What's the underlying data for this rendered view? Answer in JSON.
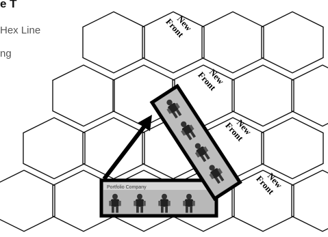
{
  "caption": {
    "title_fragment": "e T",
    "line1": "Hex Line",
    "line2": "ng"
  },
  "hex_grid": {
    "front_label": [
      "New",
      "Front"
    ]
  },
  "units": {
    "counter_strip_header": "Portfolio Company",
    "stack_counts": {
      "horizontal": 4,
      "diagonal": 4
    }
  },
  "colors": {
    "hex_line": "#111111",
    "counter_strip": "#9a9a9a",
    "frame": "#000000"
  }
}
